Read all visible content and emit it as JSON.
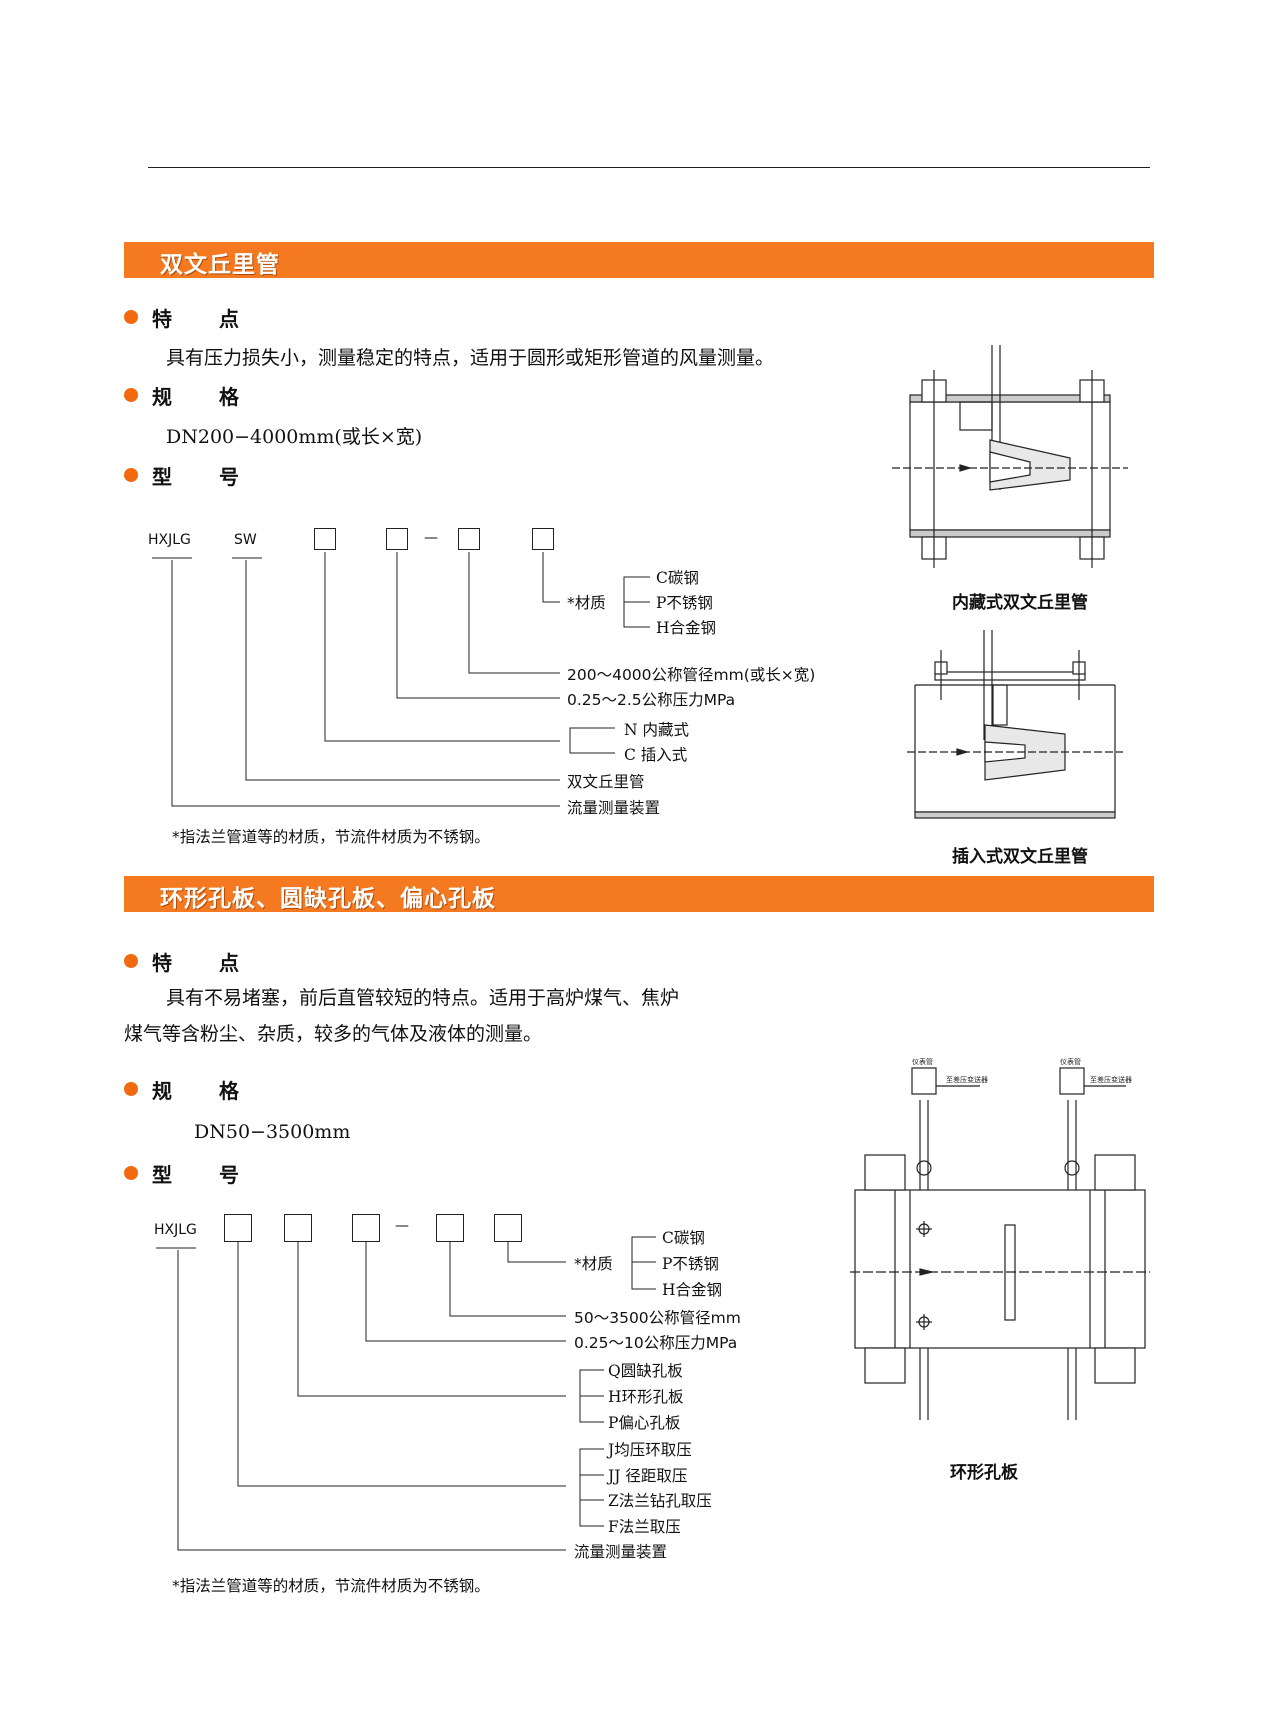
{
  "section1": {
    "title": "双文丘里管",
    "features_label": "特 点",
    "features_text": "具有压力损失小，测量稳定的特点，适用于圆形或矩形管道的风量测量。",
    "spec_label": "规 格",
    "spec_text": "DN200−4000mm(或长×宽)",
    "model_label": "型 号",
    "model_prefix": "HXJLG",
    "model_code": "SW",
    "dash": "—",
    "material": {
      "label": "*材质",
      "options": [
        "C碳钢",
        "P不锈钢",
        "H合金钢"
      ]
    },
    "size_desc": "200～4000公称管径mm(或长×宽)",
    "pressure_desc": "0.25～2.5公称压力MPa",
    "install_options": [
      "N  内藏式",
      "C  插入式"
    ],
    "type_desc": "双文丘里管",
    "device_desc": "流量测量装置",
    "note": "*指法兰管道等的材质，节流件材质为不锈钢。",
    "figure1_caption": "内藏式双文丘里管",
    "figure2_caption": "插入式双文丘里管"
  },
  "section2": {
    "title": "环形孔板、圆缺孔板、偏心孔板",
    "features_label": "特 点",
    "features_text_line1": "具有不易堵塞，前后直管较短的特点。适用于高炉煤气、焦炉",
    "features_text_line2": "煤气等含粉尘、杂质，较多的气体及液体的测量。",
    "spec_label": "规 格",
    "spec_text": "DN50−3500mm",
    "model_label": "型 号",
    "model_prefix": "HXJLG",
    "dash": "—",
    "material": {
      "label": "*材质",
      "options": [
        "C碳钢",
        "P不锈钢",
        "H合金钢"
      ]
    },
    "size_desc": "50～3500公称管径mm",
    "pressure_desc": "0.25～10公称压力MPa",
    "plate_options": [
      "Q圆缺孔板",
      "H环形孔板",
      "P偏心孔板"
    ],
    "tap_options": [
      "J均压环取压",
      "JJ  径距取压",
      "Z法兰钻孔取压",
      "F法兰取压"
    ],
    "device_desc": "流量测量装置",
    "note": "*指法兰管道等的材质，节流件材质为不锈钢。",
    "figure_caption": "环形孔板",
    "figure_small_labels": [
      "仪表管",
      "至差压变送器",
      "仪表管",
      "至差压变送器"
    ]
  }
}
